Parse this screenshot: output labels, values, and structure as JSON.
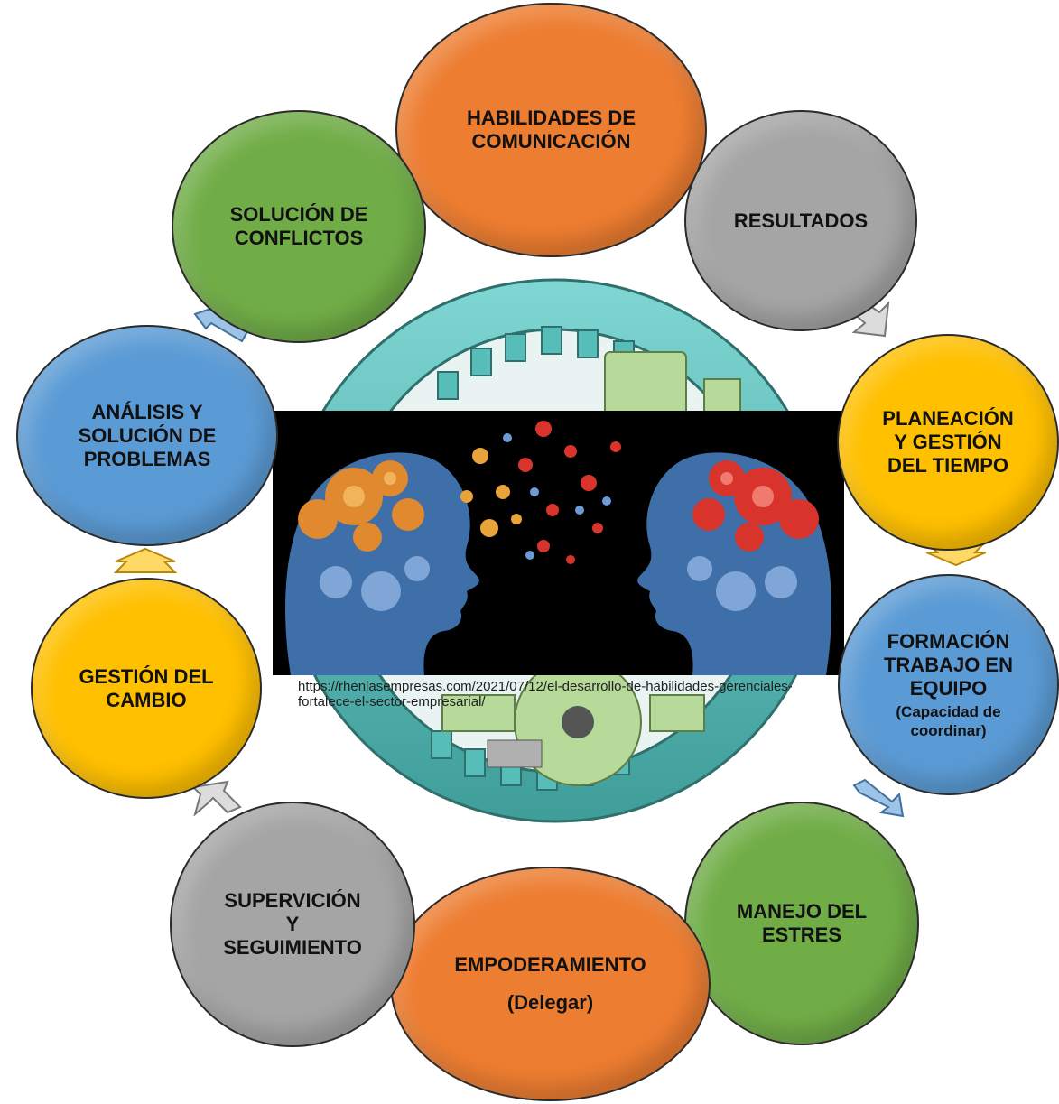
{
  "colors": {
    "orange": "#ED7D31",
    "gray": "#A5A5A5",
    "yellow": "#FFC000",
    "blue": "#5B9BD5",
    "green": "#70AD47",
    "gear_teal": "#5FC4C0",
    "gear_light_green": "#B7D99A"
  },
  "nodes": {
    "comunicacion": {
      "label": "HABILIDADES DE\nCOMUNICACIÓN",
      "color": "orange"
    },
    "resultados": {
      "label": "RESULTADOS",
      "color": "gray"
    },
    "planeacion": {
      "label": "PLANEACIÓN\nY GESTIÓN\nDEL TIEMPO",
      "color": "yellow"
    },
    "formacion": {
      "label": "FORMACIÓN\nTRABAJO EN\nEQUIPO",
      "sublabel": "(Capacidad de\ncoordinar)",
      "color": "blue"
    },
    "estres": {
      "label": "MANEJO DEL\nESTRES",
      "color": "green"
    },
    "empoderamiento": {
      "label": "EMPODERAMIENTO",
      "sublabel": "(Delegar)",
      "color": "orange"
    },
    "supervicion": {
      "label": "SUPERVICIÓN\nY\nSEGUIMIENTO",
      "color": "gray"
    },
    "cambio": {
      "label": "GESTIÓN DEL\nCAMBIO",
      "color": "yellow"
    },
    "analisis": {
      "label": "ANÁLISIS Y\nSOLUCIÓN DE\nPROBLEMAS",
      "color": "blue"
    },
    "conflictos": {
      "label": "SOLUCIÓN DE\nCONFLICTOS",
      "color": "green"
    }
  },
  "image_caption": "https://rhenlasempresas.com/2021/07/12/el-desarrollo-de-habilidades-gerenciales-fortalece-el-sector-empresarial/",
  "center_image": {
    "icon": "heads-with-gears-illustration"
  },
  "background_image": {
    "icon": "gear-mechanism-illustration"
  }
}
